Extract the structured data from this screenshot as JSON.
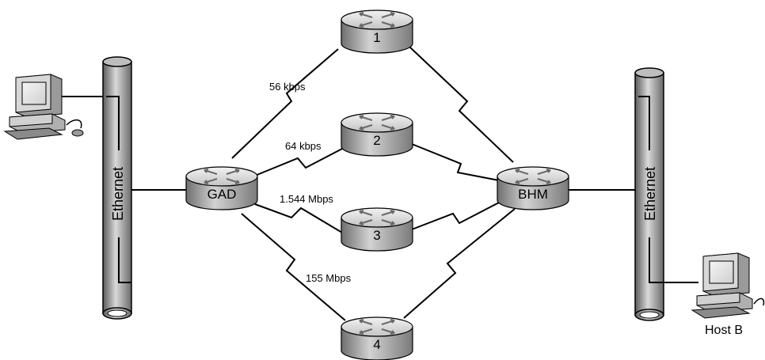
{
  "segments": [
    {
      "id": "left-segment",
      "label": "Ethernet"
    },
    {
      "id": "right-segment",
      "label": "Ethernet"
    }
  ],
  "routers": [
    {
      "id": "gad",
      "label": "GAD"
    },
    {
      "id": "bhm",
      "label": "BHM"
    },
    {
      "id": "r1",
      "label": "1"
    },
    {
      "id": "r2",
      "label": "2"
    },
    {
      "id": "r3",
      "label": "3"
    },
    {
      "id": "r4",
      "label": "4"
    }
  ],
  "links": [
    {
      "from": "gad",
      "to": "r1",
      "speed": "56 kbps"
    },
    {
      "from": "gad",
      "to": "r2",
      "speed": "64 kbps"
    },
    {
      "from": "gad",
      "to": "r3",
      "speed": "1.544 Mbps"
    },
    {
      "from": "gad",
      "to": "r4",
      "speed": "155 Mbps"
    },
    {
      "from": "r1",
      "to": "bhm",
      "speed": ""
    },
    {
      "from": "r2",
      "to": "bhm",
      "speed": ""
    },
    {
      "from": "r3",
      "to": "bhm",
      "speed": ""
    },
    {
      "from": "r4",
      "to": "bhm",
      "speed": ""
    }
  ],
  "hosts": [
    {
      "id": "host-a",
      "label": ""
    },
    {
      "id": "host-b",
      "label": "Host B"
    }
  ],
  "icons": [
    "router-icon",
    "ethernet-segment-icon",
    "workstation-icon",
    "serial-link-icon"
  ]
}
